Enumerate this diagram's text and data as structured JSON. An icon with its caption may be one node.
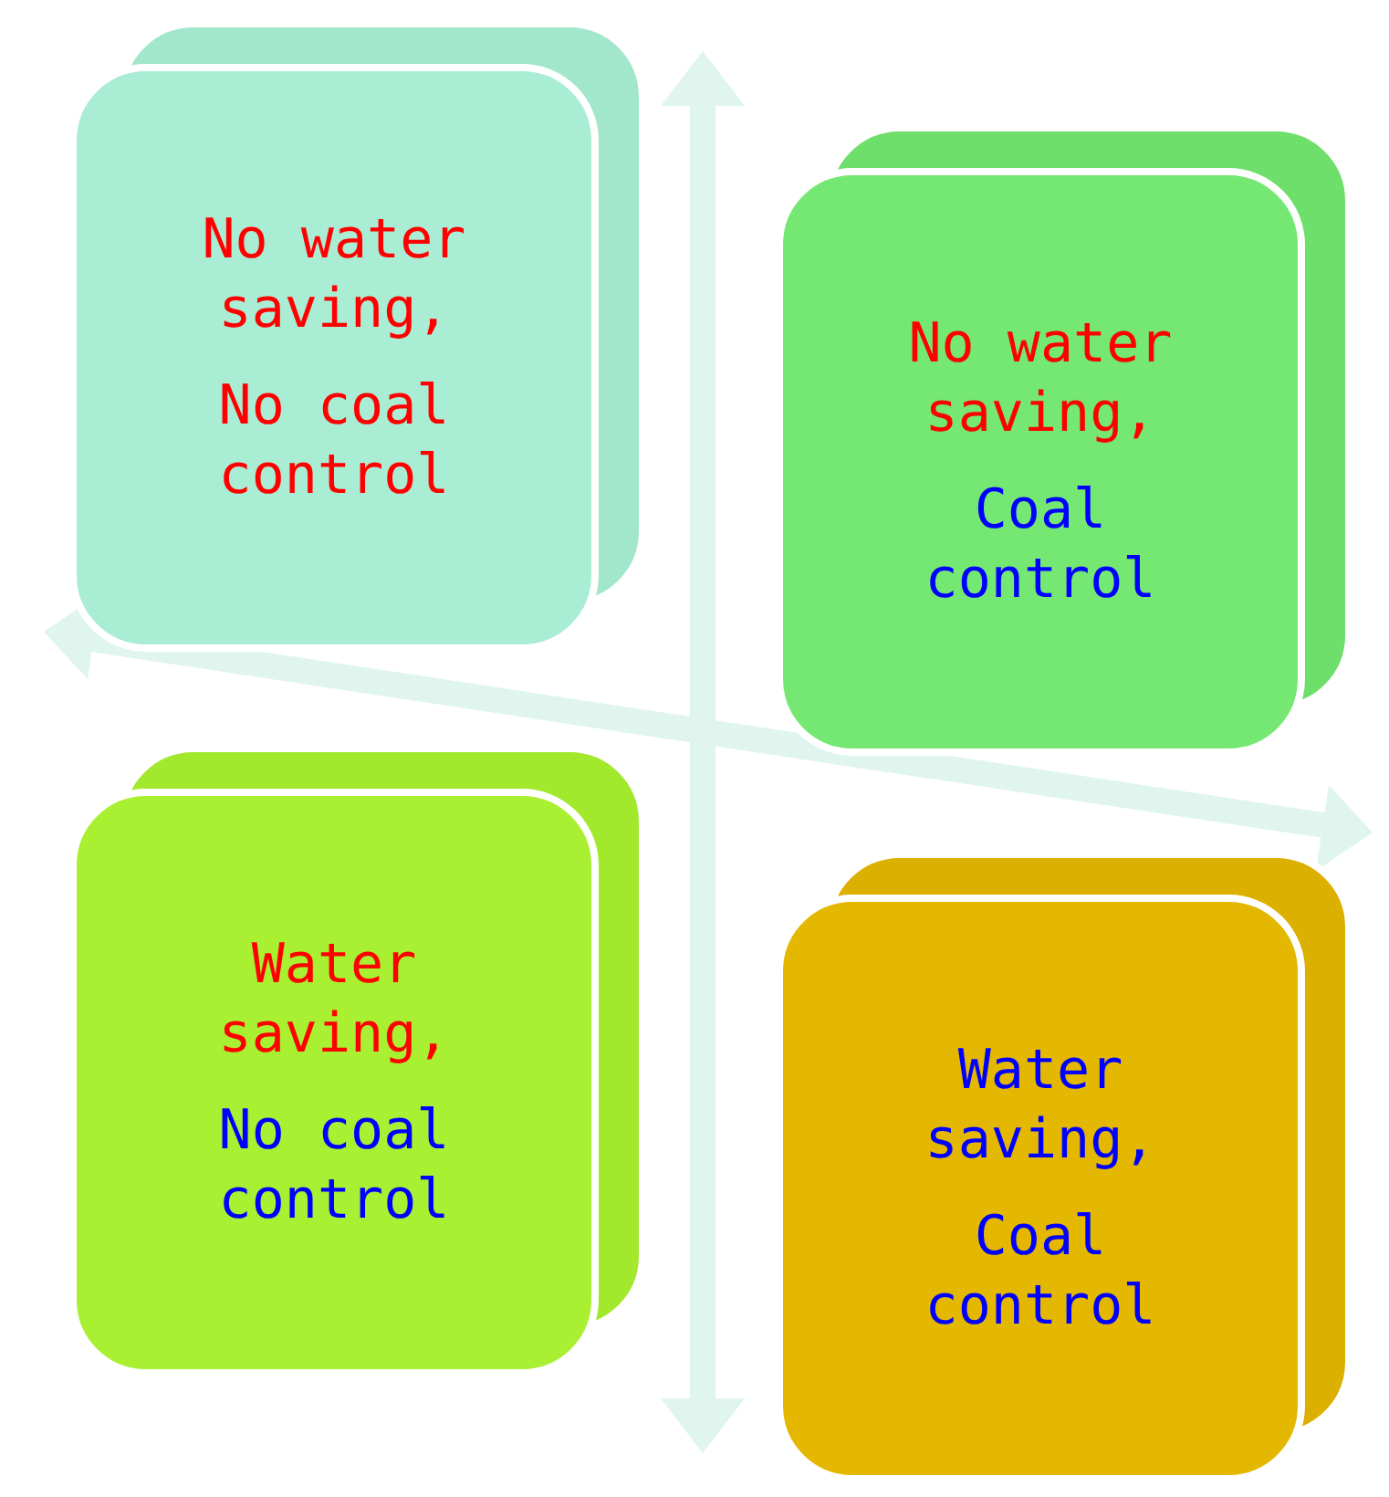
{
  "diagram": {
    "nodes": [
      {
        "text": [
          "No water saving,",
          "No coal control"
        ]
      },
      {
        "text": [
          "No water saving,",
          "Coal control"
        ]
      },
      {
        "text": [
          "Water saving,",
          "No coal control"
        ]
      },
      {
        "text": [
          "Water saving,",
          "Coal control"
        ]
      }
    ]
  }
}
